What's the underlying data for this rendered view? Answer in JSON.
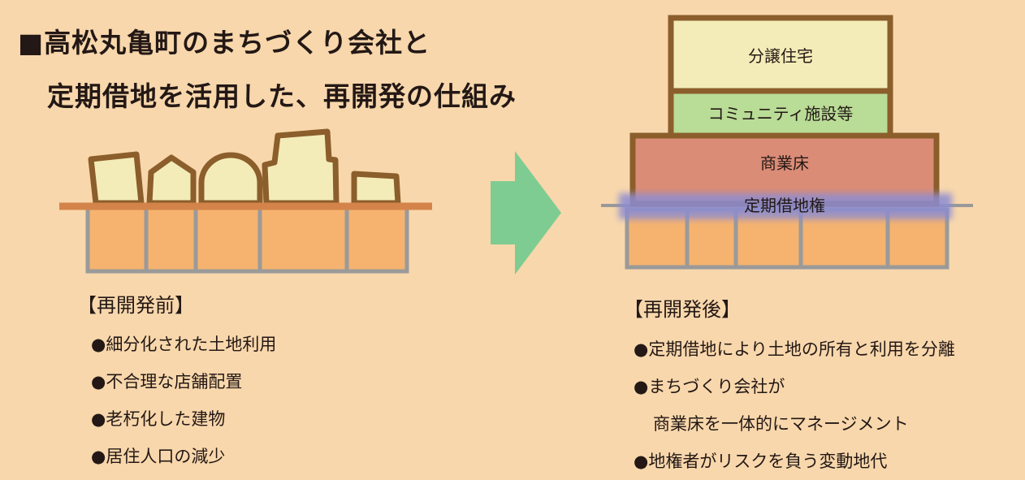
{
  "title": {
    "line1": "■高松丸亀町のまちづくり会社と",
    "line2": "定期借地を活用した、再開発の仕組み"
  },
  "before": {
    "caption": "【再開発前】",
    "bullets": [
      "●細分化された土地利用",
      "●不合理な店舗配置",
      "●老朽化した建物",
      "●居住人口の減少"
    ]
  },
  "after": {
    "caption": "【再開発後】",
    "bullets": [
      "●定期借地により土地の所有と利用を分離",
      "●まちづくり会社が",
      "商業床を一体的にマネージメント",
      "●地権者がリスクを負う変動地代"
    ],
    "layers": {
      "residential": "分譲住宅",
      "community": "コミュニティ施設等",
      "commercial": "商業床",
      "leasehold": "定期借地権"
    }
  },
  "colors": {
    "background": "#f8d7ac",
    "parcel_fill": "#f5b36f",
    "parcel_border": "#9a9a9a",
    "building_fill": "#f3ecb8",
    "building_border": "#8b5e2b",
    "ground_line": "#d4844a",
    "arrow": "#7fcc92",
    "residential": "#f3ecb8",
    "community": "#b9dc97",
    "commercial": "#db8c76",
    "leasehold": "#8c8cd2"
  },
  "icons": {
    "arrow": "right-arrow-icon"
  }
}
